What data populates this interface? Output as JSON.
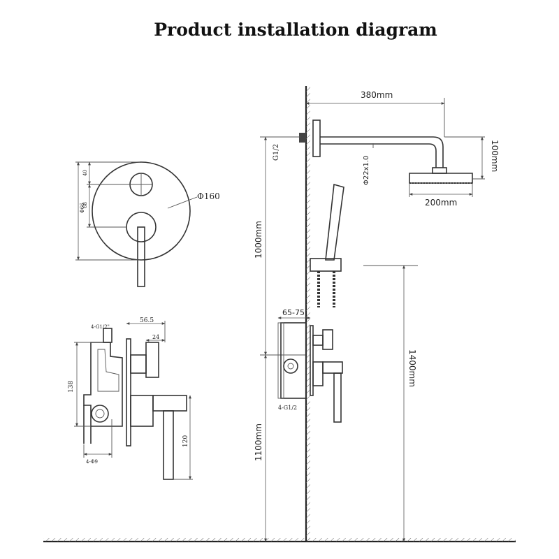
{
  "title": "Product installation diagram",
  "front_view": {
    "diameter": "Φ160",
    "dim_top": "40",
    "dim_mid": "68",
    "dim_overall": "Φ66"
  },
  "side_view": {
    "thread_top": "4-G1/2\"",
    "depth": "56.5",
    "knob": "24",
    "height": "138",
    "handle": "120",
    "hole": "4-Φ9"
  },
  "install": {
    "arm_length": "380mm",
    "wall_thread": "G1/2",
    "arm_drop": "100mm",
    "pipe": "Φ22x1.0",
    "head_width": "200mm",
    "height_upper": "1000mm",
    "box_depth": "65-75",
    "valve_thread": "4-G1/2",
    "height_lower": "1100mm",
    "height_total": "1400mm"
  }
}
